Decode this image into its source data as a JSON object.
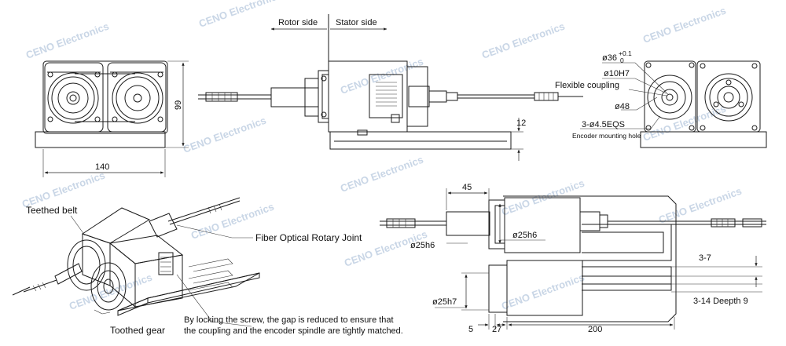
{
  "watermark": "CENO Electronics",
  "front_view": {
    "dim_height": "99",
    "dim_width": "140"
  },
  "side_view": {
    "rotor_side": "Rotor side",
    "stator_side": "Stator side",
    "dim_base": "12"
  },
  "end_view": {
    "d36": "ø36",
    "d36_tol_upper": "+0.1",
    "d36_tol_lower": "0",
    "d10": "ø10H7",
    "flexible_coupling": "Flexible coupling",
    "d48": "ø48",
    "holes": "3-ø4.5EQS",
    "encoder_hole": "Encoder mounting hole"
  },
  "iso_view": {
    "teethed_belt": "Teethed belt",
    "fiber_joint": "Fiber Optical Rotary Joint",
    "toothed_gear": "Toothed gear",
    "note_line1": "By locking the screw, the gap is reduced to ensure that",
    "note_line2": "the coupling and the encoder spindle are tightly matched."
  },
  "top_view": {
    "dim_45": "45",
    "d25h6_a": "ø25h6",
    "d25h6_b": "ø25h6",
    "d25h7": "ø25h7",
    "dim_5": "5",
    "dim_27": "27",
    "dim_200": "200",
    "dim_3_7": "3-7",
    "depth": "3-14 Deepth 9"
  }
}
